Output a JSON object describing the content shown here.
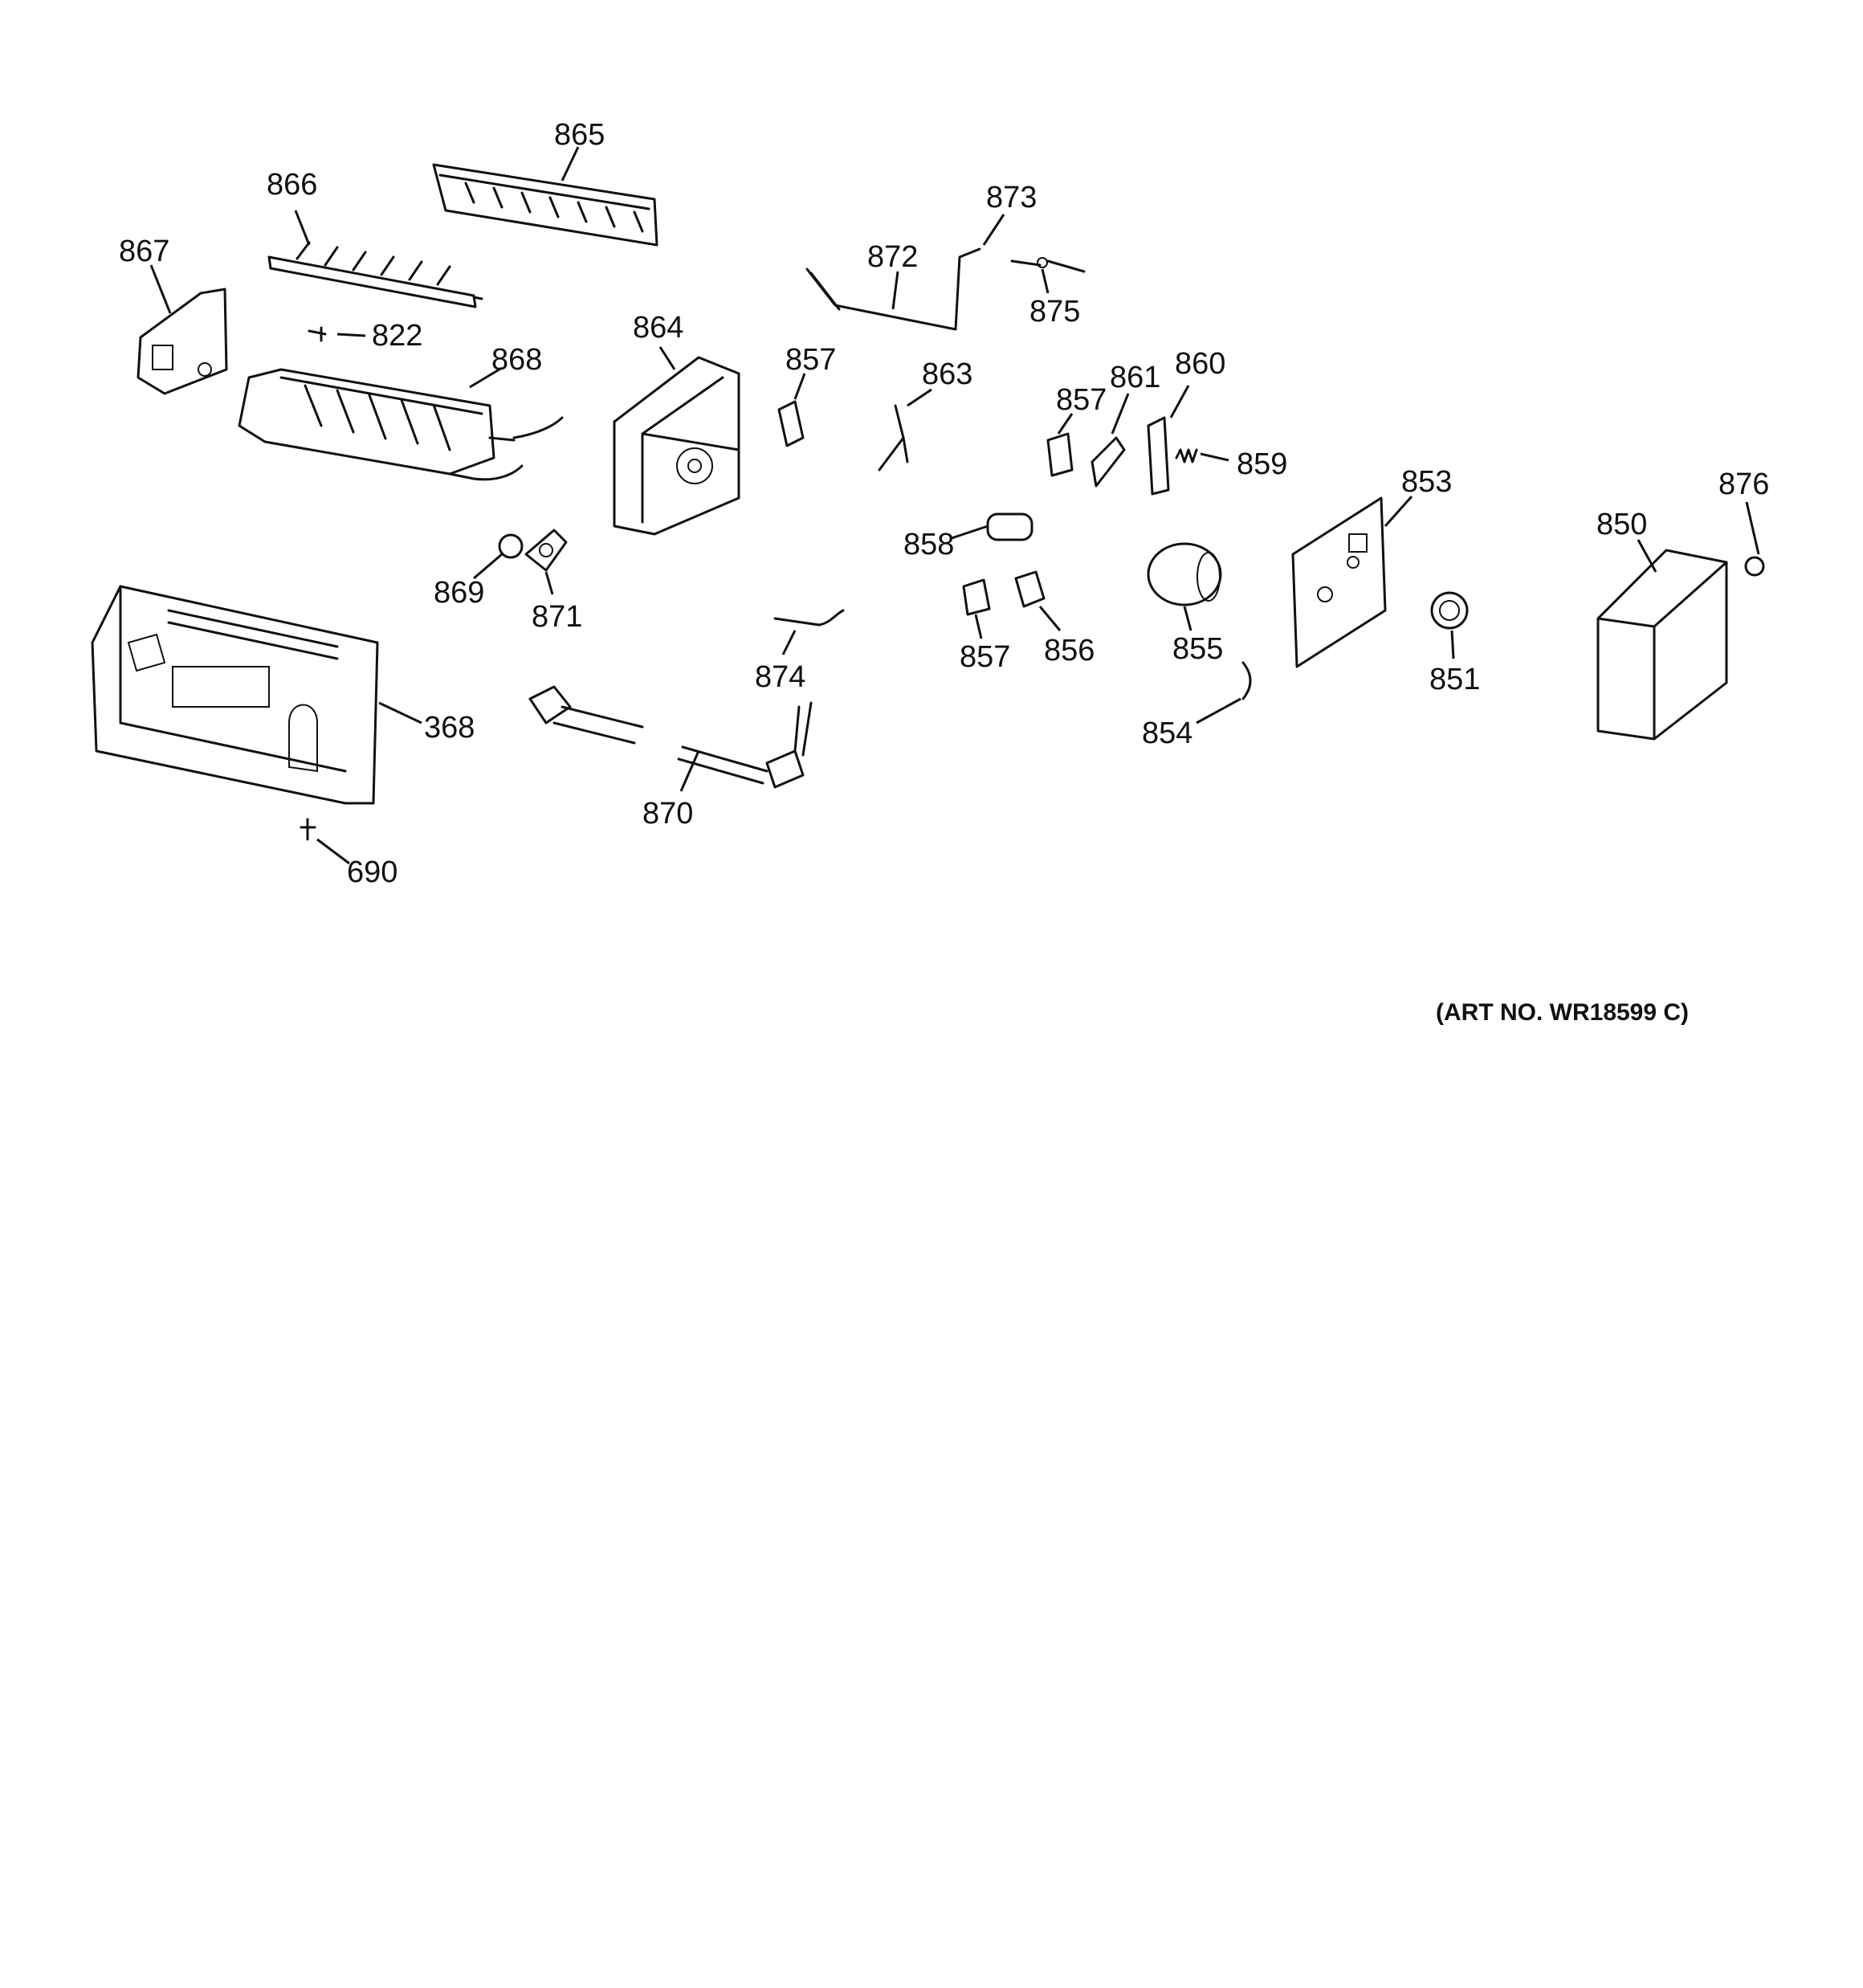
{
  "diagram": {
    "art_number": "(ART NO. WR18599 C)",
    "callouts": {
      "c865": "865",
      "c866": "866",
      "c867": "867",
      "c822": "822",
      "c868": "868",
      "c864": "864",
      "c857a": "857",
      "c863": "863",
      "c872": "872",
      "c873": "873",
      "c875": "875",
      "c857b": "857",
      "c861": "861",
      "c860": "860",
      "c859": "859",
      "c853": "853",
      "c876": "876",
      "c850": "850",
      "c858": "858",
      "c869": "869",
      "c871": "871",
      "c874": "874",
      "c857c": "857",
      "c856": "856",
      "c855": "855",
      "c851": "851",
      "c854": "854",
      "c368": "368",
      "c870": "870",
      "c690": "690"
    }
  }
}
